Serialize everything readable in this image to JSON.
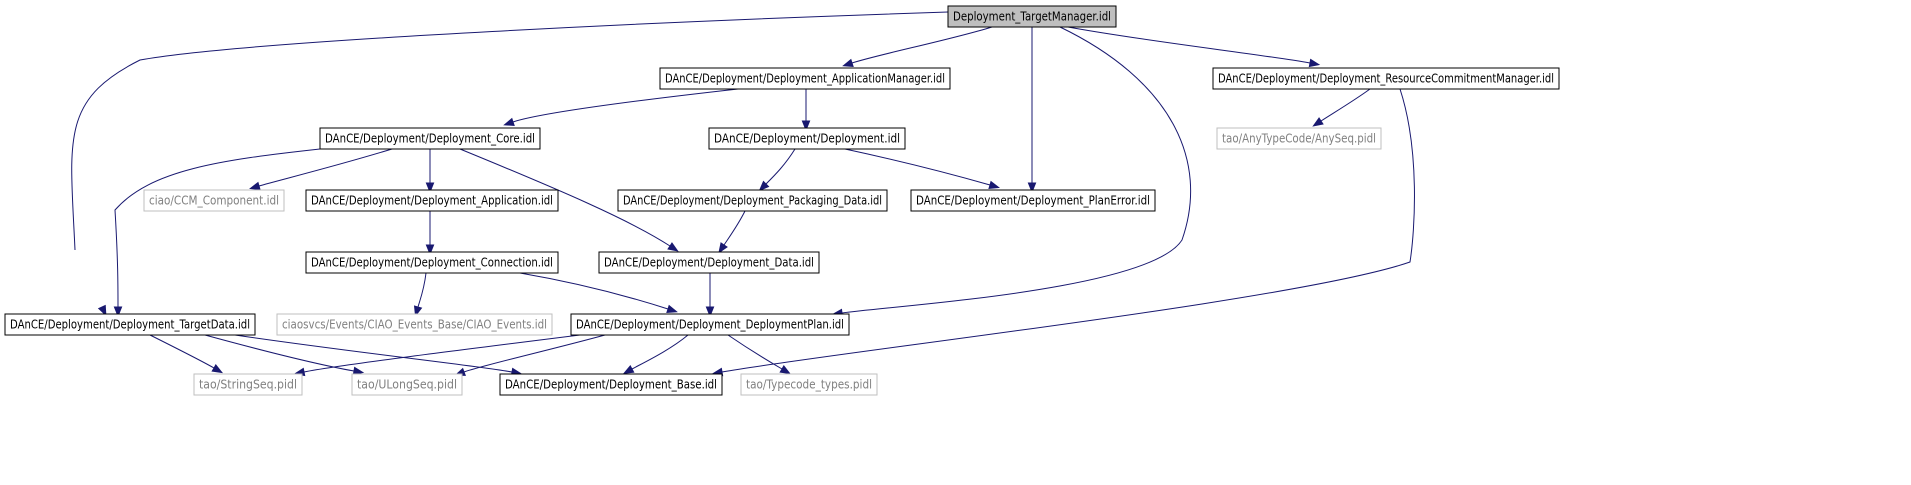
{
  "graph": {
    "nodes": {
      "n_root": {
        "label": "Deployment_TargetManager.idl",
        "style": "root"
      },
      "n_appmgr": {
        "label": "DAnCE/Deployment/Deployment_ApplicationManager.idl",
        "style": "normal"
      },
      "n_rcm": {
        "label": "DAnCE/Deployment/Deployment_ResourceCommitmentManager.idl",
        "style": "normal"
      },
      "n_core": {
        "label": "DAnCE/Deployment/Deployment_Core.idl",
        "style": "normal"
      },
      "n_dep": {
        "label": "DAnCE/Deployment/Deployment.idl",
        "style": "normal"
      },
      "n_anyseq": {
        "label": "tao/AnyTypeCode/AnySeq.pidl",
        "style": "external"
      },
      "n_ccm": {
        "label": "ciao/CCM_Component.idl",
        "style": "external"
      },
      "n_app": {
        "label": "DAnCE/Deployment/Deployment_Application.idl",
        "style": "normal"
      },
      "n_pkg": {
        "label": "DAnCE/Deployment/Deployment_Packaging_Data.idl",
        "style": "normal"
      },
      "n_planerr": {
        "label": "DAnCE/Deployment/Deployment_PlanError.idl",
        "style": "normal"
      },
      "n_conn": {
        "label": "DAnCE/Deployment/Deployment_Connection.idl",
        "style": "normal"
      },
      "n_data": {
        "label": "DAnCE/Deployment/Deployment_Data.idl",
        "style": "normal"
      },
      "n_target": {
        "label": "DAnCE/Deployment/Deployment_TargetData.idl",
        "style": "normal"
      },
      "n_ciaoevt": {
        "label": "ciaosvcs/Events/CIAO_Events_Base/CIAO_Events.idl",
        "style": "external"
      },
      "n_plan": {
        "label": "DAnCE/Deployment/Deployment_DeploymentPlan.idl",
        "style": "normal"
      },
      "n_strseq": {
        "label": "tao/StringSeq.pidl",
        "style": "external"
      },
      "n_ulong": {
        "label": "tao/ULongSeq.pidl",
        "style": "external"
      },
      "n_base": {
        "label": "DAnCE/Deployment/Deployment_Base.idl",
        "style": "normal"
      },
      "n_tctypes": {
        "label": "tao/Typecode_types.pidl",
        "style": "external"
      }
    },
    "edges": [
      [
        "n_root",
        "n_appmgr"
      ],
      [
        "n_root",
        "n_rcm"
      ],
      [
        "n_root",
        "n_planerr"
      ],
      [
        "n_root",
        "n_plan"
      ],
      [
        "n_root",
        "n_target"
      ],
      [
        "n_appmgr",
        "n_core"
      ],
      [
        "n_appmgr",
        "n_dep"
      ],
      [
        "n_rcm",
        "n_anyseq"
      ],
      [
        "n_rcm",
        "n_base"
      ],
      [
        "n_core",
        "n_ccm"
      ],
      [
        "n_core",
        "n_app"
      ],
      [
        "n_core",
        "n_data"
      ],
      [
        "n_core",
        "n_target"
      ],
      [
        "n_dep",
        "n_pkg"
      ],
      [
        "n_dep",
        "n_planerr"
      ],
      [
        "n_app",
        "n_conn"
      ],
      [
        "n_pkg",
        "n_data"
      ],
      [
        "n_conn",
        "n_ciaoevt"
      ],
      [
        "n_conn",
        "n_plan"
      ],
      [
        "n_data",
        "n_plan"
      ],
      [
        "n_target",
        "n_strseq"
      ],
      [
        "n_target",
        "n_ulong"
      ],
      [
        "n_target",
        "n_base"
      ],
      [
        "n_plan",
        "n_strseq"
      ],
      [
        "n_plan",
        "n_ulong"
      ],
      [
        "n_plan",
        "n_base"
      ],
      [
        "n_plan",
        "n_tctypes"
      ]
    ],
    "colors": {
      "edge": "#191970",
      "root_fill": "#bfbfbf",
      "node_border": "#000000",
      "external_border": "#bfbfbf",
      "external_text": "#808080",
      "text": "#000000"
    }
  }
}
